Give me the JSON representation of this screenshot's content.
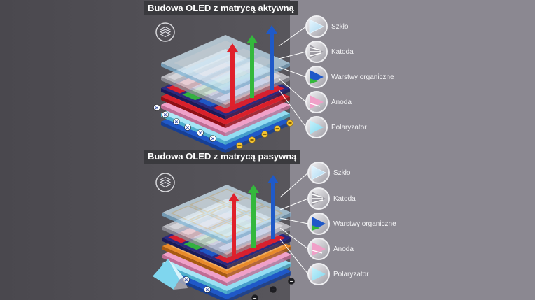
{
  "sections": [
    {
      "title": "Budowa OLED z matrycą aktywną",
      "layers": [
        "Szkło",
        "Katoda",
        "Warstwy organiczne",
        "Anoda",
        "Polaryzator"
      ]
    },
    {
      "title": "Budowa OLED z matrycą pasywną",
      "layers": [
        "Szkło",
        "Katoda",
        "Warstwy organiczne",
        "Anoda",
        "Polaryzator"
      ]
    }
  ],
  "colors": {
    "glass": "#a9d6ef",
    "cathode": "#c8c8cc",
    "organic": "#1f58c8",
    "anode": "#f0a0c8",
    "polarizer": "#7fd6ee",
    "red_emission": "#e0202a",
    "green_emission": "#34b83c",
    "blue_emission": "#1f5ac8"
  },
  "icons": [
    "layers-icon",
    "glass-icon",
    "cathode-icon",
    "organic-layers-icon",
    "anode-icon",
    "polarizer-icon",
    "plus-icon",
    "minus-icon"
  ]
}
